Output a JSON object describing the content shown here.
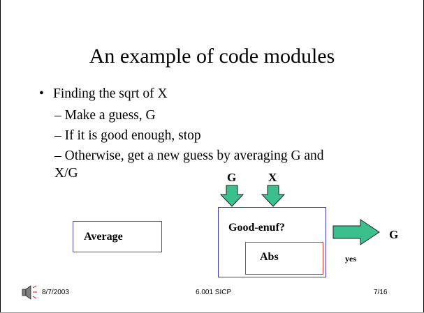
{
  "slide": {
    "title": "An example of code modules",
    "bullets": [
      {
        "level": 1,
        "text": "Finding the sqrt of X"
      },
      {
        "level": 2,
        "text": "Make a guess, G"
      },
      {
        "level": 2,
        "text": "If it is good enough, stop"
      },
      {
        "level": 2,
        "text": "Otherwise, get a new guess by averaging G and"
      },
      {
        "level": 2,
        "text": "X/G"
      }
    ],
    "bullet_marks": {
      "level1": "•",
      "level2": "–"
    }
  },
  "diagram": {
    "input_g": "G",
    "input_x": "X",
    "average_label": "Average",
    "goodenuf_label": "Good-enuf?",
    "abs_label": "Abs",
    "yes_label": "yes",
    "output_label": "G",
    "colors": {
      "arrow_fill": "#3bbf8c",
      "average_border": "#4a4aa8",
      "goodenuf_border": "#3a3ab0",
      "abs_border": "#d23a3a"
    }
  },
  "footer": {
    "speaker_icon": "speaker-icon",
    "date": "8/7/2003",
    "center": "6.001 SICP",
    "page": "7/16"
  }
}
